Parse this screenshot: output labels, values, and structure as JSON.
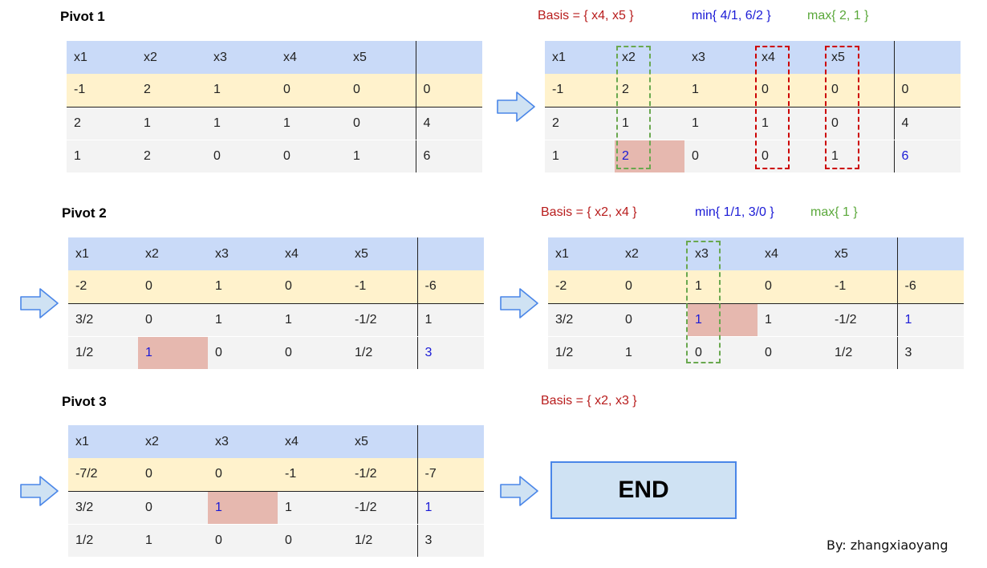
{
  "pivots": [
    {
      "title": "Pivot 1"
    },
    {
      "title": "Pivot 2"
    },
    {
      "title": "Pivot 3"
    }
  ],
  "annotations": [
    {
      "basis": "Basis = { x4, x5 }",
      "min": "min{ 4/1, 6/2 }",
      "max": "max{ 2, 1 }"
    },
    {
      "basis": "Basis = { x2, x4 }",
      "min": "min{ 1/1, 3/0 }",
      "max": "max{ 1 }"
    },
    {
      "basis": "Basis = { x2, x3 }"
    }
  ],
  "tables": [
    {
      "rows": [
        [
          "x1",
          "x2",
          "x3",
          "x4",
          "x5",
          ""
        ],
        [
          "-1",
          "2",
          "1",
          "0",
          "0",
          "0"
        ],
        [
          "2",
          "1",
          "1",
          "1",
          "0",
          "4"
        ],
        [
          "1",
          "2",
          "0",
          "0",
          "1",
          "6"
        ]
      ]
    },
    {
      "rows": [
        [
          "x1",
          "x2",
          "x3",
          "x4",
          "x5",
          ""
        ],
        [
          "-1",
          "2",
          "1",
          "0",
          "0",
          "0"
        ],
        [
          "2",
          "1",
          "1",
          "1",
          "0",
          "4"
        ],
        [
          "1",
          "2",
          "0",
          "0",
          "1",
          "6"
        ]
      ]
    },
    {
      "rows": [
        [
          "x1",
          "x2",
          "x3",
          "x4",
          "x5",
          ""
        ],
        [
          "-2",
          "0",
          "1",
          "0",
          "-1",
          "-6"
        ],
        [
          "3/2",
          "0",
          "1",
          "1",
          "-1/2",
          "1"
        ],
        [
          "1/2",
          "1",
          "0",
          "0",
          "1/2",
          "3"
        ]
      ]
    },
    {
      "rows": [
        [
          "x1",
          "x2",
          "x3",
          "x4",
          "x5",
          ""
        ],
        [
          "-2",
          "0",
          "1",
          "0",
          "-1",
          "-6"
        ],
        [
          "3/2",
          "0",
          "1",
          "1",
          "-1/2",
          "1"
        ],
        [
          "1/2",
          "1",
          "0",
          "0",
          "1/2",
          "3"
        ]
      ]
    },
    {
      "rows": [
        [
          "x1",
          "x2",
          "x3",
          "x4",
          "x5",
          ""
        ],
        [
          "-7/2",
          "0",
          "0",
          "-1",
          "-1/2",
          "-7"
        ],
        [
          "3/2",
          "0",
          "1",
          "1",
          "-1/2",
          "1"
        ],
        [
          "1/2",
          "1",
          "0",
          "0",
          "1/2",
          "3"
        ]
      ]
    }
  ],
  "end_label": "END",
  "author": "By: zhangxiaoyang",
  "colors": {
    "header": "#c9daf8",
    "objective_row": "#fff2cc",
    "pivot_cell": "#e6b8af",
    "entering_box": "#6aa84f",
    "leaving_box": "#cc0000",
    "ratio_value": "#1a1ad6",
    "arrow": "#4a86e8"
  }
}
